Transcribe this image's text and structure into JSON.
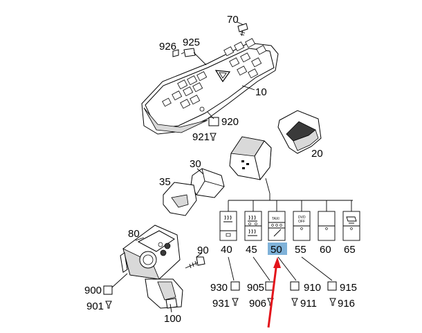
{
  "callouts": {
    "p70": "70",
    "p926": "926",
    "p925": "925",
    "p10": "10",
    "p920": "920",
    "p921": "921",
    "p20": "20",
    "p30": "30",
    "p35": "35",
    "p80": "80",
    "p90": "90",
    "p900": "900",
    "p901": "901",
    "p100": "100",
    "p40": "40",
    "p45": "45",
    "p50": "50",
    "p55": "55",
    "p60": "60",
    "p65": "65",
    "p930": "930",
    "p931": "931",
    "p905": "905",
    "p906": "906",
    "p910": "910",
    "p911": "911",
    "p915": "915",
    "p916": "916"
  },
  "switch_labels": {
    "taxi": "TAXI",
    "dvd": "DVD",
    "off": "OFF"
  },
  "colors": {
    "highlight": "#7fb2d9",
    "arrow": "#e3141b",
    "line": "#000000"
  },
  "highlighted_part": "50"
}
